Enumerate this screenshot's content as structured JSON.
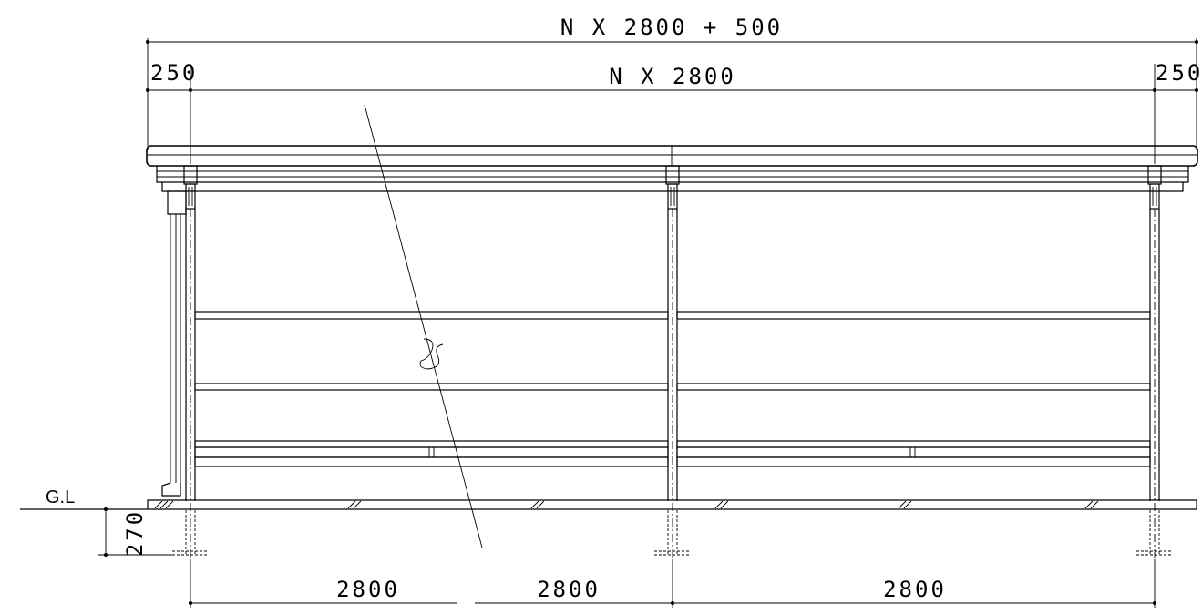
{
  "dimensions": {
    "overall_width": "N X 2800 + 500",
    "left_overhang": "250",
    "span_total": "N X 2800",
    "right_overhang": "250",
    "bottom_span_1": "2800",
    "bottom_span_2": "2800",
    "bottom_span_3": "2800",
    "embed_depth": "270"
  },
  "labels": {
    "ground_level": "G.L"
  }
}
